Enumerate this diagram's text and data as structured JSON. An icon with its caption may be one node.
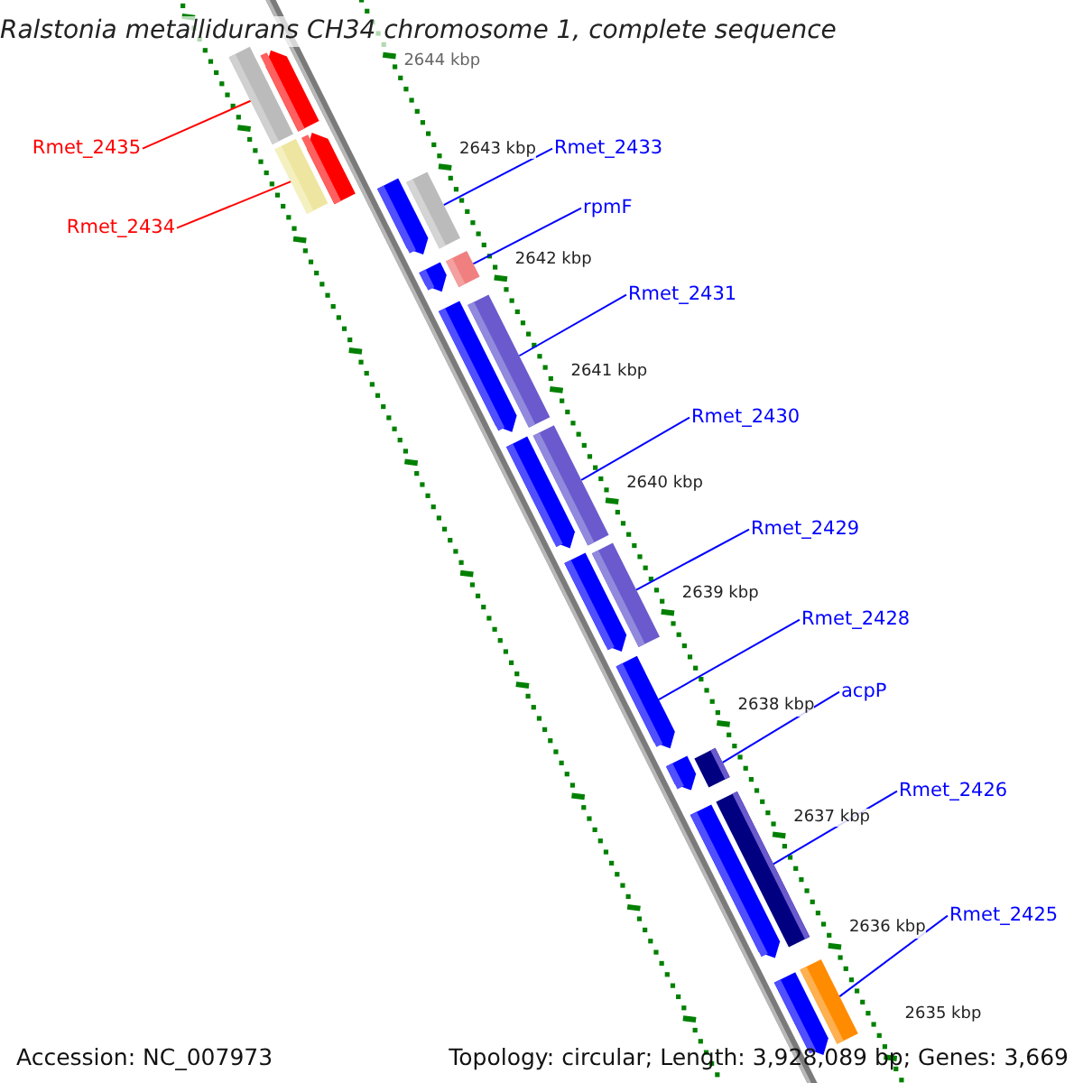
{
  "diagram": {
    "title": "Ralstonia metallidurans CH34 chromosome 1, complete sequence",
    "nodes": [
      {
        "text": [
          "Rmet_2435"
        ]
      },
      {
        "text": [],
        "shape": "bar"
      },
      {
        "text": [
          "Rmet_2434"
        ]
      },
      {
        "text": [],
        "shape": "bar"
      },
      {
        "text": [
          "Rmet_2433"
        ]
      },
      {
        "text": [],
        "shape": "bar"
      },
      {
        "text": [
          "rpmF"
        ]
      },
      {
        "text": [],
        "shape": "bar"
      },
      {
        "text": [
          "Rmet_2431"
        ]
      },
      {
        "text": [],
        "shape": "bar"
      },
      {
        "text": [
          "Rmet_2430"
        ]
      },
      {
        "text": [],
        "shape": "bar"
      },
      {
        "text": [
          "Rmet_2429"
        ]
      },
      {
        "text": [],
        "shape": "bar"
      },
      {
        "text": [
          "Rmet_2428"
        ]
      },
      {
        "text": [],
        "shape": "pentagon"
      },
      {
        "text": [
          "acpP"
        ]
      },
      {
        "text": [],
        "shape": "bar"
      },
      {
        "text": [
          "Rmet_2426"
        ]
      },
      {
        "text": [],
        "shape": "bar"
      },
      {
        "text": [
          "Rmet_2425"
        ]
      },
      {
        "text": [],
        "shape": "bar"
      },
      {
        "text": [],
        "shape": "pentagon"
      },
      {
        "text": [],
        "shape": "pentagon"
      },
      {
        "text": [],
        "shape": "pentagon"
      },
      {
        "text": [],
        "shape": "pentagon"
      },
      {
        "text": [],
        "shape": "pentagon"
      },
      {
        "text": [],
        "shape": "pentagon"
      },
      {
        "text": [],
        "shape": "pentagon"
      },
      {
        "text": [],
        "shape": "pentagon"
      },
      {
        "text": [],
        "shape": "pentagon"
      },
      {
        "text": [],
        "shape": "pentagon"
      }
    ],
    "edges": [
      {
        "from": 0,
        "to": 1,
        "arrow": "none",
        "color": "#ff0000"
      },
      {
        "from": 2,
        "to": 3,
        "arrow": "none",
        "color": "#ff0000"
      },
      {
        "from": 4,
        "to": 5,
        "arrow": "none"
      },
      {
        "from": 6,
        "to": 7,
        "arrow": "none"
      },
      {
        "from": 8,
        "to": 9,
        "arrow": "none"
      },
      {
        "from": 10,
        "to": 11,
        "arrow": "none"
      },
      {
        "from": 12,
        "to": 13,
        "arrow": "none"
      },
      {
        "from": 14,
        "to": 15,
        "arrow": "none"
      },
      {
        "from": 16,
        "to": 17,
        "arrow": "none"
      },
      {
        "from": 18,
        "to": 19,
        "arrow": "none"
      },
      {
        "from": 20,
        "to": 21,
        "arrow": "none"
      }
    ],
    "labels": [
      "2644 kbp",
      "2643 kbp",
      "2642 kbp",
      "2641 kbp",
      "2640 kbp",
      "2639 kbp",
      "2638 kbp",
      "2637 kbp",
      "2636 kbp",
      "2635 kbp",
      "Accession: NC_007973",
      "Topology: circular; Length: 3,928,089 bp; Genes: 3,669"
    ]
  }
}
